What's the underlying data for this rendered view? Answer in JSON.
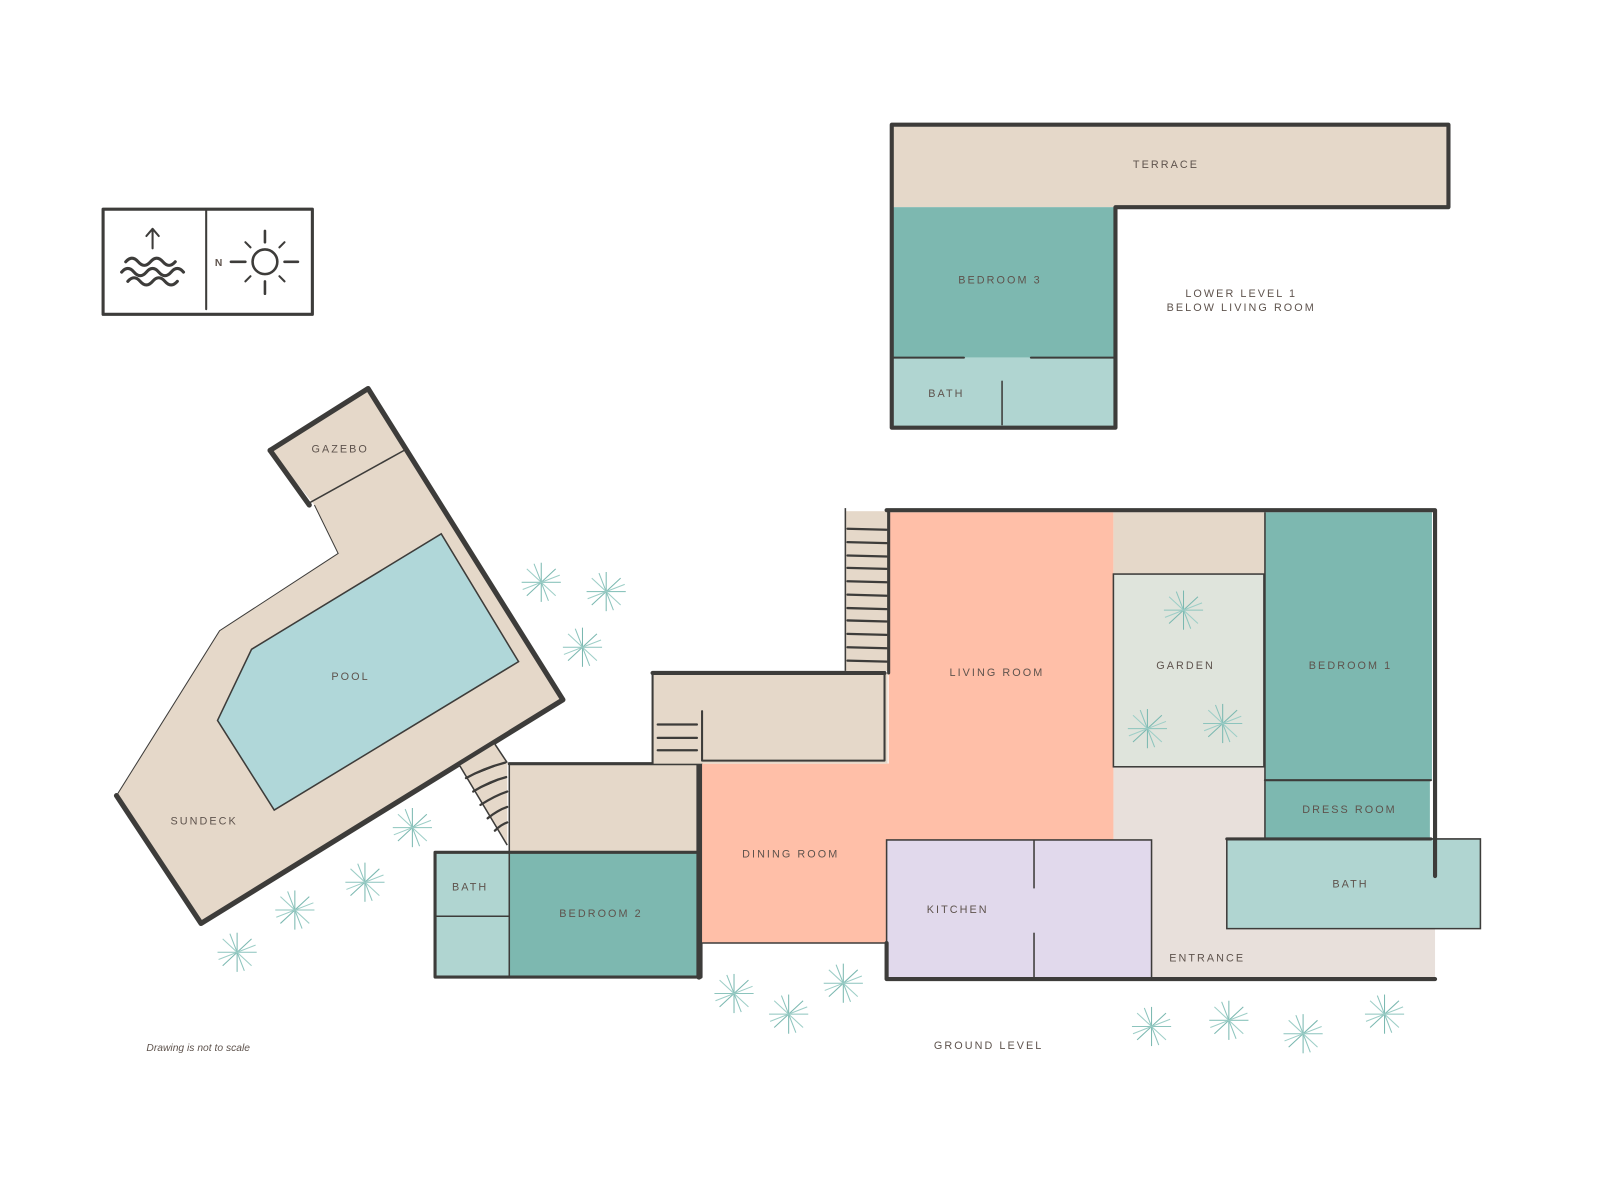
{
  "legend": {
    "compass_label": "N",
    "icons": [
      "sea-waves-north-arrow-icon",
      "sun-icon"
    ]
  },
  "levels": {
    "lower": {
      "caption_line1": "LOWER LEVEL 1",
      "caption_line2": "BELOW LIVING ROOM",
      "rooms": {
        "terrace": "TERRACE",
        "bedroom3": "BEDROOM 3",
        "bath": "BATH"
      }
    },
    "ground": {
      "caption": "GROUND LEVEL",
      "rooms": {
        "gazebo": "GAZEBO",
        "pool": "POOL",
        "sundeck": "SUNDECK",
        "bath2": "BATH",
        "bedroom2": "BEDROOM 2",
        "dining": "DINING ROOM",
        "living": "LIVING ROOM",
        "garden": "GARDEN",
        "bedroom1": "BEDROOM 1",
        "dress": "DRESS ROOM",
        "bath1": "BATH",
        "kitchen": "KITCHEN",
        "entrance": "ENTRANCE"
      }
    }
  },
  "footnote": "Drawing is not to scale",
  "colors": {
    "deck": "#e5d8c9",
    "pool": "#b0d7d9",
    "bedroom": "#7db8b0",
    "bath": "#b0d5d1",
    "living": "#ffbfa8",
    "garden": "#dfe4dc",
    "kitchen": "#e1d9ec",
    "entrance": "#e8e0db",
    "wall": "#3d3c3a",
    "plant": "#8cc4bd"
  }
}
